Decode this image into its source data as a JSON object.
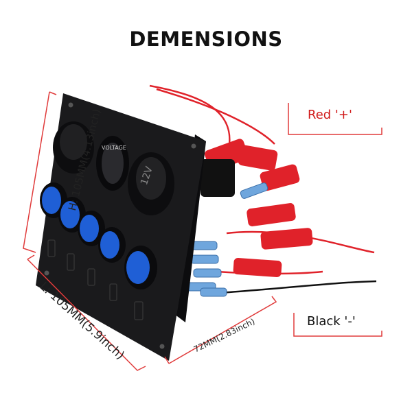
{
  "title": "DEMENSIONS",
  "dimensions": {
    "height": "H: 105MM(4.13inch)",
    "length": "L: 105MM(5.9inch)",
    "width": "72MM(2.83inch)"
  },
  "wires": {
    "red": "Red '+'",
    "black": "Black '-'"
  },
  "panel": {
    "voltmeter_label": "VOLTAGE",
    "socket_label": "12V"
  },
  "colors": {
    "panel": "#1a1a1c",
    "switch_blue": "#1f5fd6",
    "wire_red": "#e0222a",
    "dimension_red": "#e03a3a"
  }
}
